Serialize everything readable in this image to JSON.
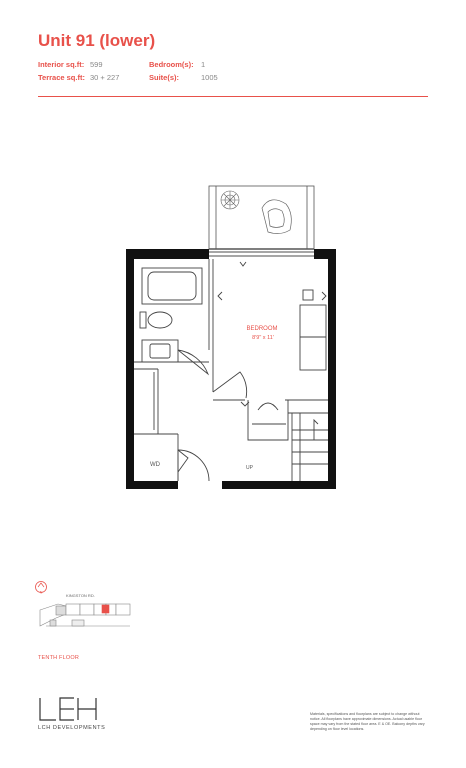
{
  "unit": {
    "title": "Unit 91 (lower)",
    "interior_label": "Interior sq.ft:",
    "interior_value": "599",
    "terrace_label": "Terrace sq.ft:",
    "terrace_value": "30 + 227",
    "bedrooms_label": "Bedroom(s):",
    "bedrooms_value": "1",
    "suites_label": "Suite(s):",
    "suites_value": "1005"
  },
  "plan": {
    "bedroom_label": "BEDROOM",
    "bedroom_dims": "8'9\" x 11'",
    "wd_label": "WD",
    "up_label": "UP"
  },
  "keyplan": {
    "compass": "N",
    "road_label": "KINGSTON RD.",
    "floor_label": "TENTH FLOOR"
  },
  "footer": {
    "logo_caption": "LCH DEVELOPMENTS",
    "disclaimer": "Materials, specifications and floorplans are subject to change without notice. All floorplans have approximate dimensions. Actual usable floor space may vary from the stated floor area. E & OE. Balcony depths vary depending on floor level locations."
  },
  "colors": {
    "accent": "#e8514a",
    "wall": "#111111",
    "line": "#777777"
  }
}
